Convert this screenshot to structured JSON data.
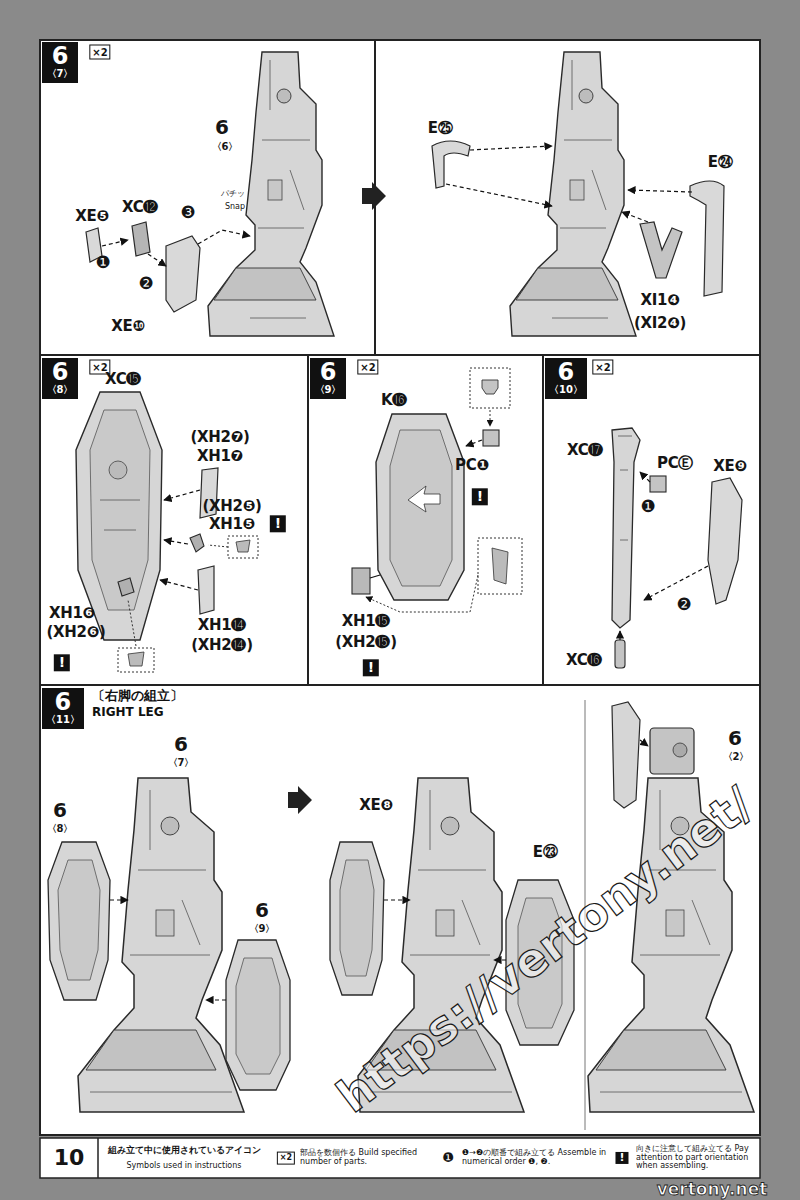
{
  "diagram": {
    "nodes": [
      {
        "text": [
          "6",
          "〈7〉"
        ]
      },
      {
        "text": [
          "6",
          "〈8〉"
        ]
      },
      {
        "text": [
          "6",
          "〈9〉"
        ]
      },
      {
        "text": [
          "6",
          "〈10〉"
        ]
      },
      {
        "text": [
          "6",
          "〈11〉",
          "〔右脚の組立〕",
          "RIGHT LEG"
        ]
      }
    ],
    "labels": [
      "×2",
      "6",
      "〈6〉",
      "XE❺",
      "XC⓬",
      "❸",
      "パチッ",
      "Snap",
      "❶",
      "❷",
      "XE❿",
      "E㉕",
      "E㉔",
      "XI1❹",
      "(XI2❹)",
      "×2",
      "XC⓯",
      "(XH2❼)",
      "XH1❼",
      "(XH2❺)",
      "XH1❺",
      "!",
      "XH1❻",
      "(XH2❻)",
      "!",
      "XH1⓮",
      "(XH2⓮)",
      "×2",
      "K⓰",
      "PC❶",
      "!",
      "XH1⓯",
      "(XH2⓯)",
      "!",
      "×2",
      "XC⓱",
      "PCⒺ",
      "❶",
      "XE❾",
      "❷",
      "XC⓰",
      "6",
      "〈7〉",
      "6",
      "〈8〉",
      "6",
      "〈9〉",
      "XE❽",
      "E㉓",
      "6",
      "〈2〉",
      "10",
      "組み立て中に使用されているアイコン",
      "Symbols used in instructions",
      "×2",
      "❶",
      "!",
      "https://vertony.net/",
      "vertony.net"
    ],
    "legend": [
      {
        "text": "部品を数個作る Build specified number of parts."
      },
      {
        "text": "❶→❷の順番で組み立てる Assemble in numerical order ❶, ❷."
      },
      {
        "text": "向きに注意して組み立てる Pay attention to part orientation when assembling."
      }
    ]
  }
}
